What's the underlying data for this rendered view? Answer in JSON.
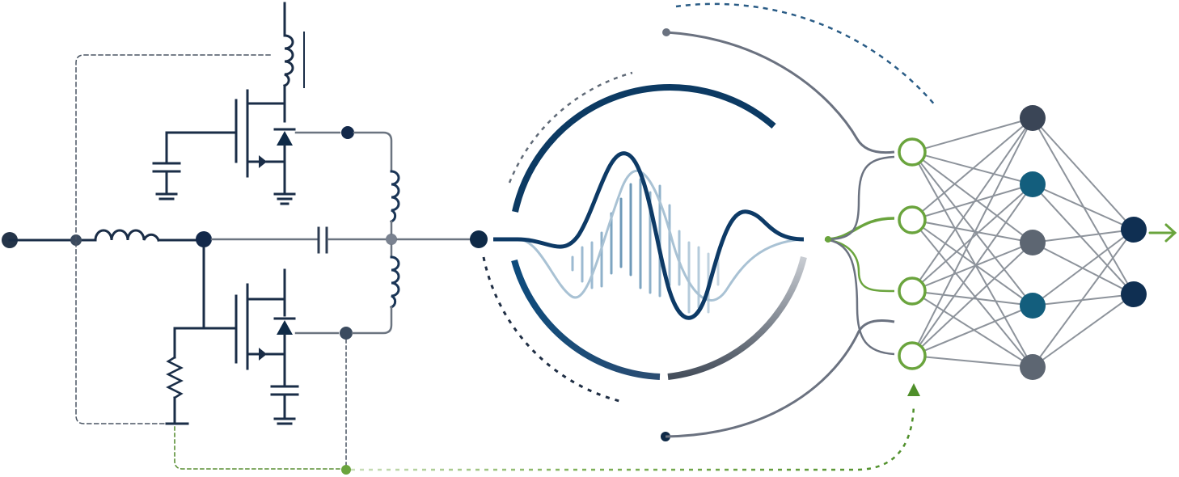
{
  "colors": {
    "navy": "#0f2f52",
    "deep_blue": "#093a63",
    "mid_blue": "#1d5a86",
    "teal_blue": "#135e7d",
    "light_blue": "#8fb4cc",
    "slate": "#3a4556",
    "gray": "#5d6672",
    "light_gray": "#8d939b",
    "green": "#6aa43d",
    "background": "#ffffff"
  },
  "sections": [
    "power-converter-circuit",
    "waveform-analysis",
    "neural-network"
  ],
  "neural_network": {
    "input_nodes": 4,
    "hidden_nodes": 5,
    "output_nodes": 2,
    "input_style": "hollow-green",
    "output_arrow": "right-arrow-icon"
  }
}
